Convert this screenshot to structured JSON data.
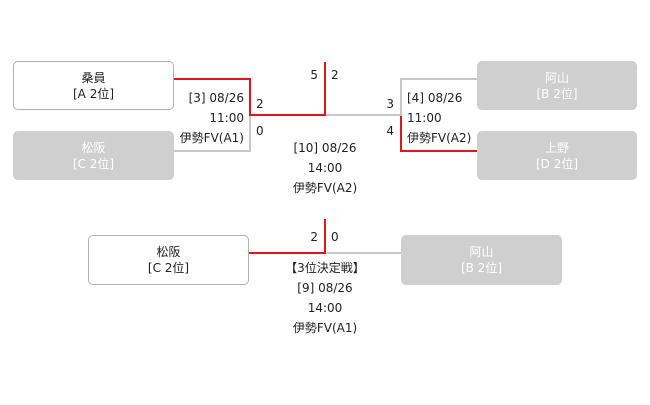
{
  "semifinal_left": {
    "top_team": {
      "name": "桑員",
      "seed": "[A 2位]"
    },
    "bottom_team": {
      "name": "松阪",
      "seed": "[C 2位]"
    },
    "match": {
      "no": "[3] 08/26",
      "time": "11:00",
      "venue": "伊勢FV(A1)"
    },
    "top_score": "2",
    "bottom_score": "0"
  },
  "semifinal_right": {
    "top_team": {
      "name": "阿山",
      "seed": "[B 2位]"
    },
    "bottom_team": {
      "name": "上野",
      "seed": "[D 2位]"
    },
    "match": {
      "no": "[4] 08/26",
      "time": "11:00",
      "venue": "伊勢FV(A2)"
    },
    "top_score": "3",
    "bottom_score": "4"
  },
  "final": {
    "left_score": "5",
    "right_score": "2",
    "match": {
      "no": "[10] 08/26",
      "time": "14:00",
      "venue": "伊勢FV(A2)"
    }
  },
  "third_place": {
    "left_team": {
      "name": "松阪",
      "seed": "[C 2位]"
    },
    "right_team": {
      "name": "阿山",
      "seed": "[B 2位]"
    },
    "left_score": "2",
    "right_score": "0",
    "match": {
      "title": "【3位決定戦】",
      "no": "[9] 08/26",
      "time": "14:00",
      "venue": "伊勢FV(A1)"
    }
  },
  "colors": {
    "winner_line": "#e8141d",
    "loser_line": "#c8c8c8",
    "loser_box": "#cfcfcf"
  }
}
